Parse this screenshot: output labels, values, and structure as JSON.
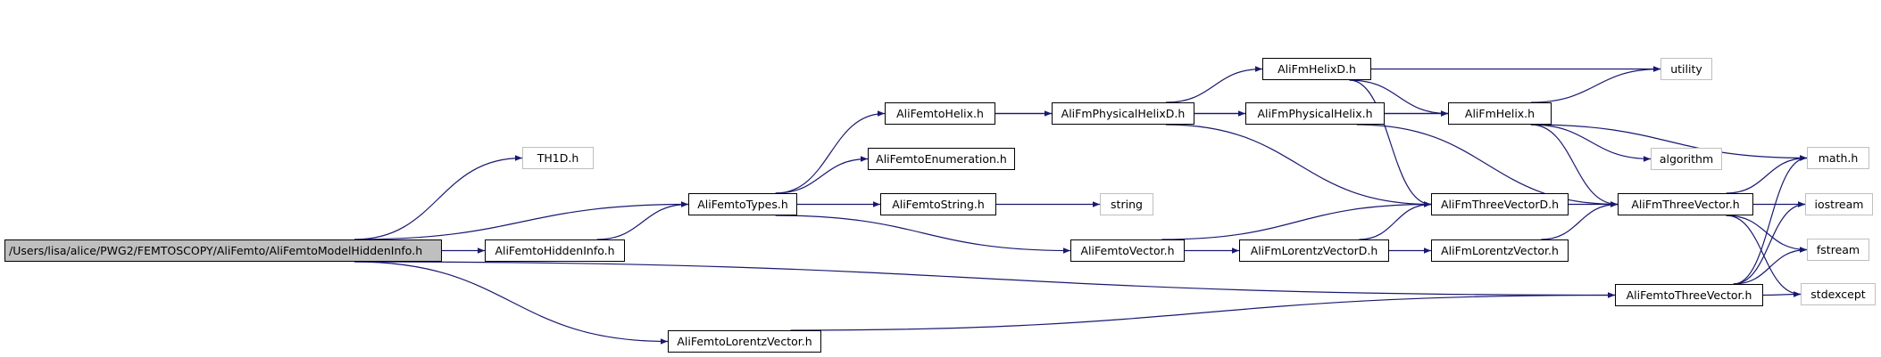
{
  "nodes": {
    "root": "/Users/lisa/alice/PWG2/FEMTOSCOPY/AliFemto/AliFemtoModelHiddenInfo.h",
    "th1d": "TH1D.h",
    "femtoTypes": "AliFemtoTypes.h",
    "femtoHiddenInfo": "AliFemtoHiddenInfo.h",
    "femtoLorentzVector": "AliFemtoLorentzVector.h",
    "femtoHelix": "AliFemtoHelix.h",
    "femtoEnumeration": "AliFemtoEnumeration.h",
    "femtoString": "AliFemtoString.h",
    "stringHdr": "string",
    "femtoVector": "AliFemtoVector.h",
    "fmPhysicalHelixD": "AliFmPhysicalHelixD.h",
    "fmHelixD": "AliFmHelixD.h",
    "fmPhysicalHelix": "AliFmPhysicalHelix.h",
    "fmHelix": "AliFmHelix.h",
    "fmLorentzVectorD": "AliFmLorentzVectorD.h",
    "fmThreeVectorD": "AliFmThreeVectorD.h",
    "fmLorentzVector": "AliFmLorentzVector.h",
    "fmThreeVector": "AliFmThreeVector.h",
    "femtoThreeVector": "AliFemtoThreeVector.h",
    "utility": "utility",
    "algorithm": "algorithm",
    "mathH": "math.h",
    "iostream": "iostream",
    "fstream": "fstream",
    "stdexcept": "stdexcept"
  },
  "colors": {
    "edge": "#191970",
    "node_border": "#000000",
    "external_border": "#bfbfbf",
    "root_fill": "#bfbfbf",
    "node_fill": "#ffffff"
  },
  "edges": [
    [
      "root",
      "th1d"
    ],
    [
      "root",
      "femtoTypes"
    ],
    [
      "root",
      "femtoHiddenInfo"
    ],
    [
      "root",
      "femtoThreeVector"
    ],
    [
      "root",
      "femtoLorentzVector"
    ],
    [
      "femtoHiddenInfo",
      "femtoTypes"
    ],
    [
      "femtoTypes",
      "femtoHelix"
    ],
    [
      "femtoTypes",
      "femtoEnumeration"
    ],
    [
      "femtoTypes",
      "femtoString"
    ],
    [
      "femtoTypes",
      "femtoVector"
    ],
    [
      "femtoString",
      "stringHdr"
    ],
    [
      "femtoHelix",
      "fmPhysicalHelixD"
    ],
    [
      "femtoHelix",
      "fmHelix"
    ],
    [
      "fmPhysicalHelixD",
      "fmHelixD"
    ],
    [
      "fmPhysicalHelixD",
      "fmPhysicalHelix"
    ],
    [
      "fmPhysicalHelixD",
      "fmThreeVectorD"
    ],
    [
      "fmHelixD",
      "fmHelix"
    ],
    [
      "fmHelixD",
      "utility"
    ],
    [
      "fmHelixD",
      "fmThreeVectorD"
    ],
    [
      "fmPhysicalHelix",
      "fmHelix"
    ],
    [
      "fmPhysicalHelix",
      "fmThreeVector"
    ],
    [
      "fmHelix",
      "utility"
    ],
    [
      "fmHelix",
      "algorithm"
    ],
    [
      "fmHelix",
      "mathH"
    ],
    [
      "fmHelix",
      "fmThreeVector"
    ],
    [
      "femtoVector",
      "fmThreeVectorD"
    ],
    [
      "femtoVector",
      "fmLorentzVectorD"
    ],
    [
      "fmLorentzVectorD",
      "fmThreeVectorD"
    ],
    [
      "fmLorentzVectorD",
      "fmLorentzVector"
    ],
    [
      "fmThreeVectorD",
      "fmThreeVector"
    ],
    [
      "fmLorentzVector",
      "fmThreeVector"
    ],
    [
      "fmThreeVector",
      "mathH"
    ],
    [
      "fmThreeVector",
      "iostream"
    ],
    [
      "fmThreeVector",
      "fstream"
    ],
    [
      "fmThreeVector",
      "stdexcept"
    ],
    [
      "femtoThreeVector",
      "mathH"
    ],
    [
      "femtoThreeVector",
      "iostream"
    ],
    [
      "femtoThreeVector",
      "fstream"
    ],
    [
      "femtoThreeVector",
      "stdexcept"
    ],
    [
      "femtoLorentzVector",
      "femtoThreeVector"
    ]
  ]
}
